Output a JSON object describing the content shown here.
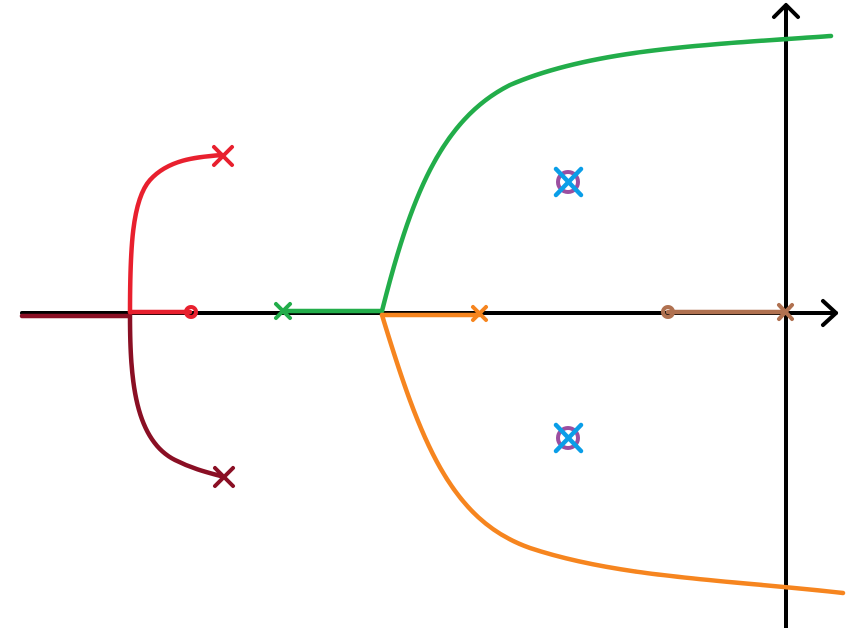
{
  "diagram": {
    "type": "root-locus",
    "axes": {
      "real_axis": true,
      "imaginary_axis": true
    },
    "colors": {
      "axis": "#000000",
      "dark_red": "#8a0f24",
      "red": "#e8202e",
      "green": "#22ad4a",
      "orange": "#f6851f",
      "brown": "#b07150",
      "blue": "#0a9ee8",
      "purple": "#9b4fa0"
    },
    "poles_count": 8,
    "zeros_count": 4,
    "branches": [
      {
        "name": "dark-red-branch",
        "color_key": "dark_red"
      },
      {
        "name": "red-branch",
        "color_key": "red"
      },
      {
        "name": "green-branch",
        "color_key": "green"
      },
      {
        "name": "orange-branch",
        "color_key": "orange"
      },
      {
        "name": "brown-branch",
        "color_key": "brown"
      }
    ]
  }
}
